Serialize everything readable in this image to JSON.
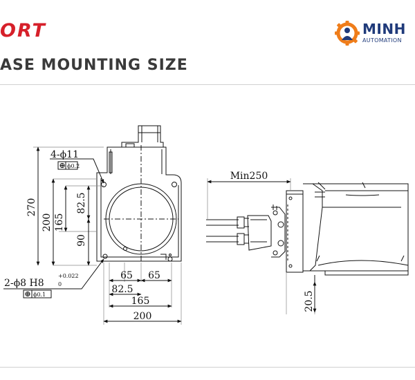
{
  "header": {
    "brand_fragment": "ORT",
    "section_title": "ASE MOUNTING SIZE"
  },
  "logo": {
    "name": "MINH",
    "sub": "AUTOMATION"
  },
  "colors": {
    "brand_red": "#d6202a",
    "logo_navy": "#1f3a7a",
    "logo_orange": "#ef7d1a",
    "line": "#111111"
  },
  "front_view": {
    "dim_top_holes": "4-ϕ11",
    "dim_top_tol": "ϕ0.2",
    "dim_height_total": "270",
    "dim_height_200": "200",
    "dim_height_165": "165",
    "dim_height_82_5": "82.5",
    "dim_height_90": "90",
    "dim_pin_holes": "2-ϕ8 H8",
    "dim_pin_tol_upper": "+0.022",
    "dim_pin_tol_lower": "0",
    "dim_pin_pos_tol": "ϕ0.1",
    "dim_65_left": "65",
    "dim_65_right": "65",
    "dim_width_82_5": "82.5",
    "dim_width_165": "165",
    "dim_width_200": "200"
  },
  "side_view": {
    "dim_min_length": "Min250",
    "dim_offset": "20.5"
  }
}
